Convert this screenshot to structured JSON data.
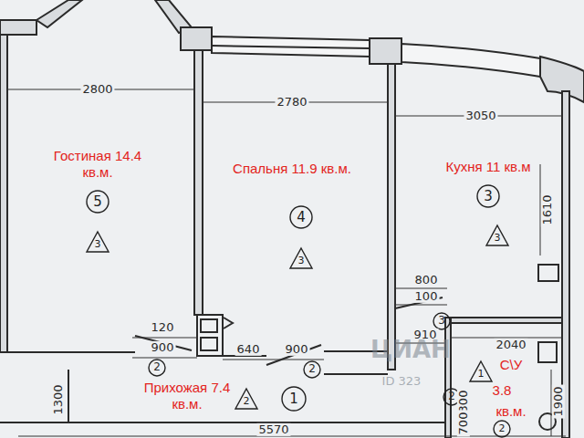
{
  "diagram": {
    "nodes": [
      {
        "text": [
          "Гостиная 14.4 кв.м.",
          "5",
          "3"
        ]
      },
      {
        "text": [
          "Спальня 11.9 кв.м.",
          "4",
          "3"
        ]
      },
      {
        "text": [
          "Кухня 11 кв.м",
          "3",
          "3"
        ]
      },
      {
        "text": [
          "Прихожая 7.4 кв.м.",
          "2",
          "1"
        ]
      },
      {
        "text": [
          "С\\У",
          "3.8",
          "кв.м.",
          "1",
          "2"
        ]
      }
    ],
    "labels": [
      "2800",
      "2780",
      "3050",
      "800",
      "100",
      "910",
      "2040",
      "120",
      "900",
      "640",
      "900",
      "1300",
      "5570",
      "300",
      "700",
      "1900",
      "1610",
      "2",
      "2",
      "3",
      "2",
      "ЦИАН",
      "ID 323"
    ]
  }
}
